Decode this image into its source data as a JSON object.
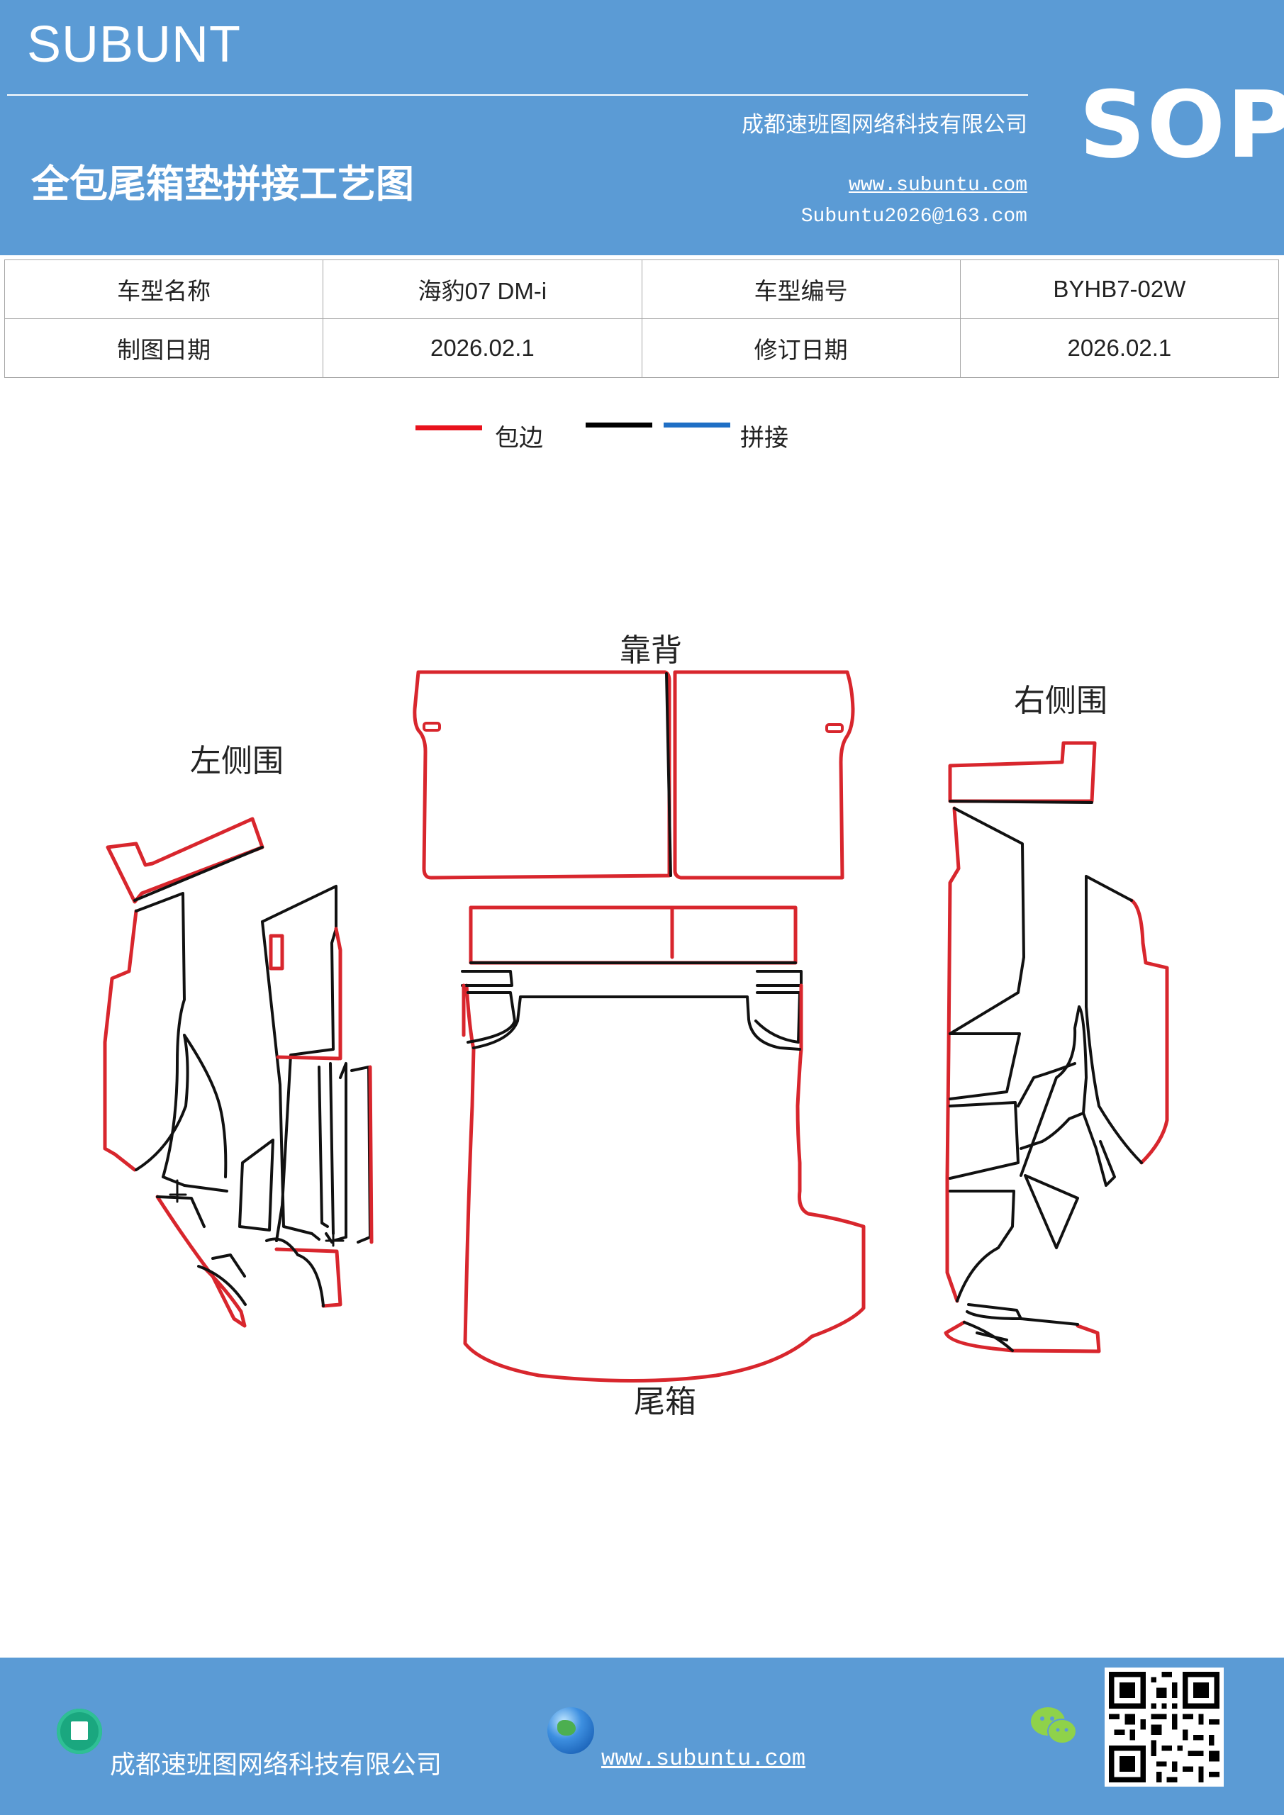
{
  "header": {
    "brand": "SUBUNT",
    "company": "成都速班图网络科技有限公司",
    "title": "全包尾箱垫拼接工艺图",
    "website": "www.subuntu.com",
    "email": "Subuntu2026@163.com",
    "badge": "SOP",
    "background_color": "#5b9bd5"
  },
  "info": {
    "model_name_label": "车型名称",
    "model_name_value": "海豹07  DM-i",
    "model_code_label": "车型编号",
    "model_code_value": "BYHB7-02W",
    "draw_date_label": "制图日期",
    "draw_date_value": "2026.02.1",
    "revise_date_label": "修订日期",
    "revise_date_value": "2026.02.1"
  },
  "legend": {
    "edging_label": "包边",
    "edging_color": "#e8121c",
    "splice_label": "拼接",
    "splice_colors": [
      "#000000",
      "#1f6fc5"
    ]
  },
  "diagram": {
    "backrest_label": "靠背",
    "left_side_label": "左侧围",
    "right_side_label": "右侧围",
    "trunk_label": "尾箱",
    "edge_color": "#d8262d",
    "seam_color": "#111111"
  },
  "footer": {
    "company": "成都速班图网络科技有限公司",
    "website": "www.subuntu.com ",
    "icons": [
      "building-icon",
      "globe-icon",
      "wechat-icon",
      "qr-code"
    ]
  }
}
